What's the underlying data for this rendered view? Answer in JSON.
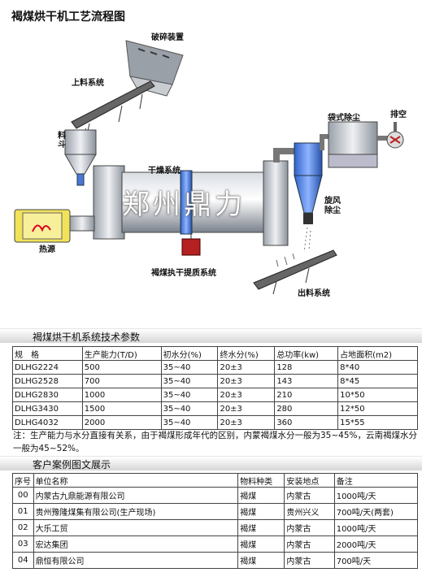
{
  "title": "褐煤烘干机工艺流程图",
  "diagram": {
    "labels": {
      "crusher": "破碎装置",
      "feed_conveyor": "上料系统",
      "hopper": "料斗",
      "dryer_system": "干燥系统",
      "heat_source": "热源",
      "exhaust_system": "褐煤执干提质系统",
      "bag_filter": "袋式除尘",
      "fan": "排空",
      "cyclone": "旋风除尘",
      "out_conveyor": "出料系统"
    },
    "watermark": "郑州鼎力"
  },
  "spec_section": {
    "heading": "褐煤烘干机系统技术参数",
    "columns": [
      "规　格",
      "生产能力(T/D)",
      "初水分(%)",
      "终水分(%)",
      "总功率(kw)",
      "占地面积(m2)"
    ],
    "rows": [
      [
        "DLHG2224",
        "500",
        "35~40",
        "20±3",
        "128",
        "8*40"
      ],
      [
        "DLHG2528",
        "700",
        "35~40",
        "20±3",
        "143",
        "8*45"
      ],
      [
        "DLHG2830",
        "1000",
        "35~40",
        "20±3",
        "210",
        "10*50"
      ],
      [
        "DLHG3430",
        "1500",
        "35~40",
        "20±3",
        "280",
        "12*50"
      ],
      [
        "DLHG4032",
        "2000",
        "35~40",
        "20±3",
        "360",
        "15*55"
      ]
    ],
    "note": "注：生产能力与水分直接有关系，由于褐煤形成年代的区别，内蒙褐煤水分一般为35~45%，云南褐煤水分一般为45~52%。"
  },
  "case_section": {
    "heading": "客户案例图文展示",
    "columns": [
      "序号",
      "单位名称",
      "物料种类",
      "安装地点",
      "备注"
    ],
    "rows": [
      [
        "00",
        "内蒙古九鼎能源有限公司",
        "褐煤",
        "内蒙古",
        "1000吨/天"
      ],
      [
        "01",
        "贵州豫隆煤集有限公司(生产现场)",
        "褐煤",
        "贵州兴义",
        "700吨/天(两套)"
      ],
      [
        "02",
        "大乐工贸",
        "褐煤",
        "内蒙古",
        "1000吨/天"
      ],
      [
        "03",
        "宏达集团",
        "褐煤",
        "内蒙古",
        "2000吨/天"
      ],
      [
        "04",
        "鼎恒有限公司",
        "褐煤",
        "内蒙古",
        "700吨/天"
      ]
    ]
  }
}
